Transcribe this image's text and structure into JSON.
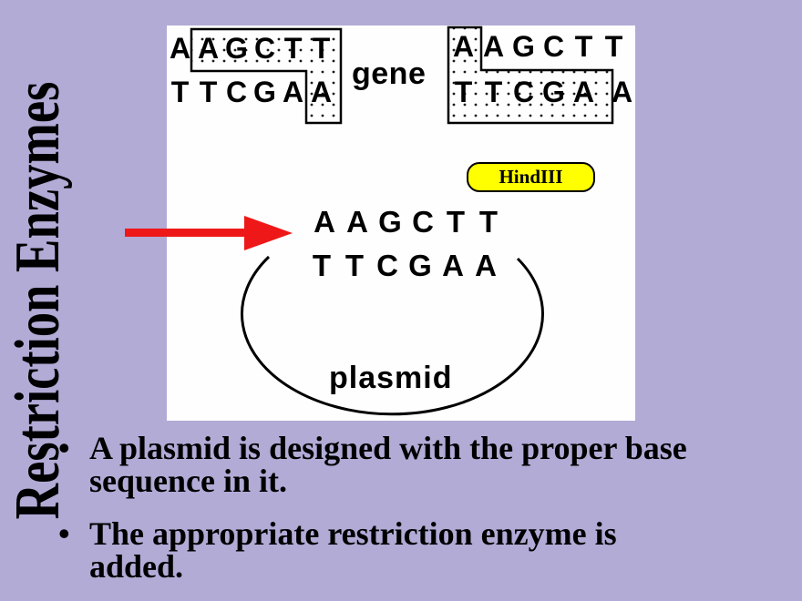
{
  "colors": {
    "background": "#b1abd6",
    "panel": "#fefefe",
    "arrow": "#ee1818",
    "enzyme_fill": "#ffff00",
    "text": "#000000"
  },
  "title": "Restriction Enzymes",
  "bullet_char": "•",
  "bullets": [
    "A plasmid is designed with the proper base sequence in it.",
    "The appropriate restriction enzyme is added."
  ],
  "diagram": {
    "gene_label": "gene",
    "enzyme_label": "HindIII",
    "plasmid_label": "plasmid",
    "left_fragment": {
      "top_strand": "AAGCTT",
      "bottom_strand": "TTCGAA"
    },
    "right_fragment": {
      "top_strand": "AAGCTT",
      "bottom_strand": "TTCGAA"
    },
    "plasmid_site": {
      "top_strand": "AAGCTT",
      "bottom_strand": "TTCGAA"
    }
  }
}
